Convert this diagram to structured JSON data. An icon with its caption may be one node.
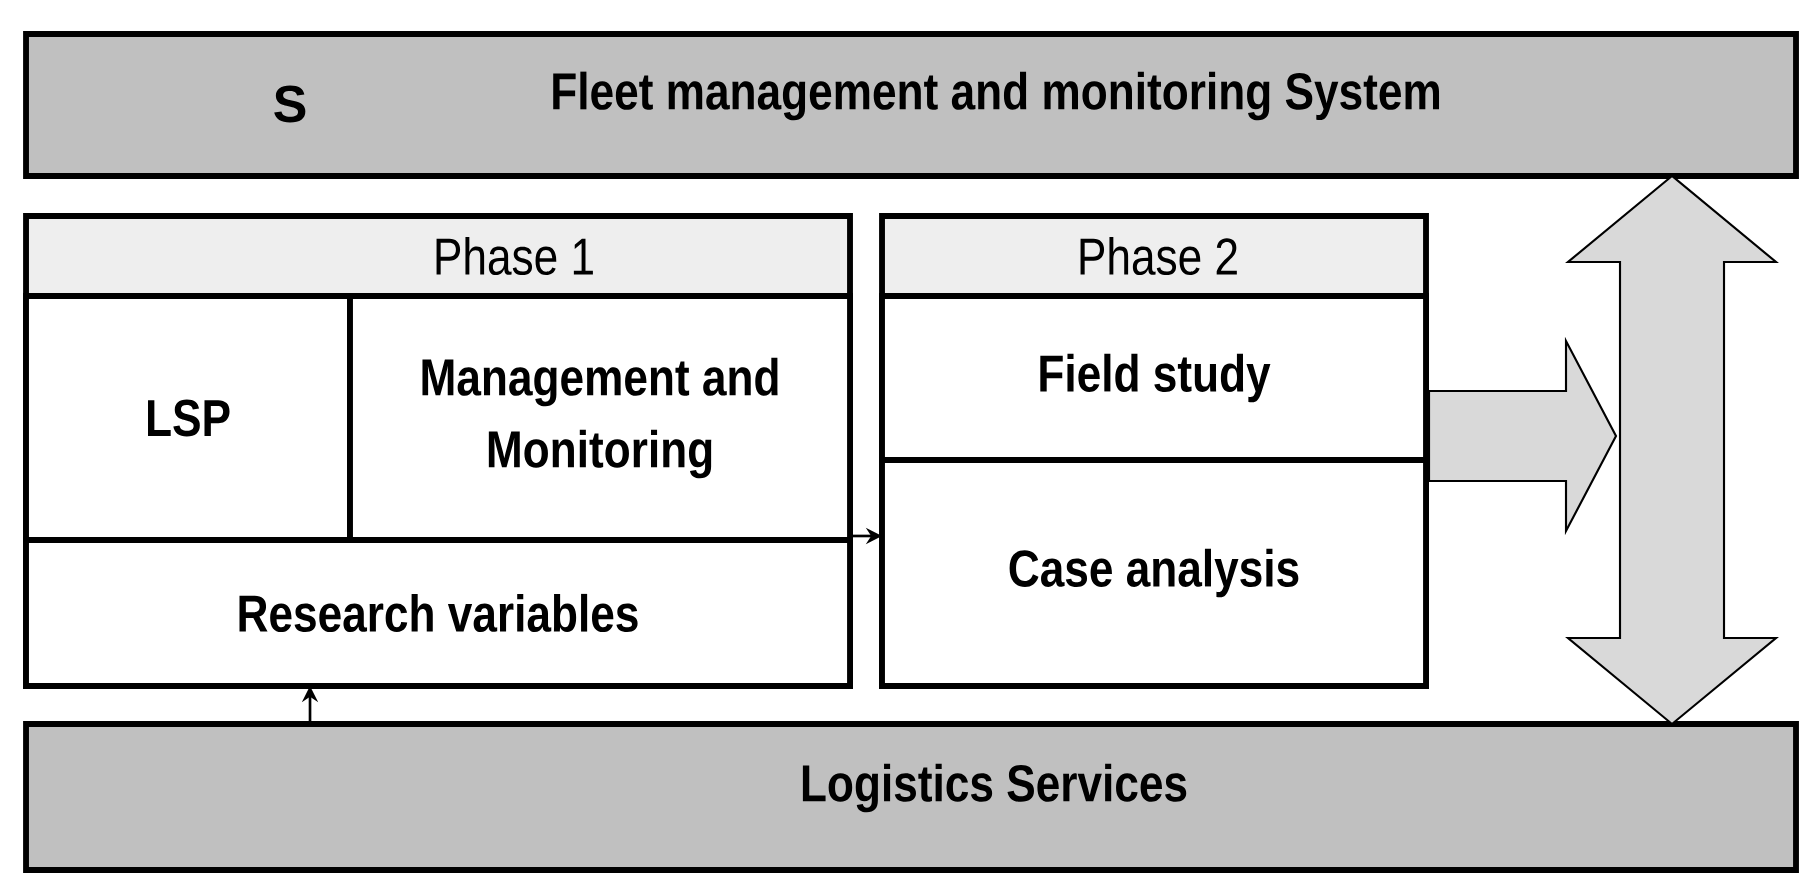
{
  "diagram": {
    "nodes": [
      {
        "text": [
          "S",
          "Fleet management and monitoring System"
        ]
      },
      {
        "text": [
          "Phase 1"
        ]
      },
      {
        "text": [
          "LSP"
        ],
        "in": 1
      },
      {
        "text": [
          "Management and Monitoring"
        ],
        "in": 1
      },
      {
        "text": [
          "Research variables"
        ],
        "in": 1
      },
      {
        "text": [
          "Phase 2"
        ]
      },
      {
        "text": [
          "Field study"
        ],
        "in": 5
      },
      {
        "text": [
          "Case analysis"
        ],
        "in": 5
      },
      {
        "text": [
          "Logistics Services"
        ]
      }
    ],
    "edges": [
      {
        "from": 1,
        "to": 5,
        "arrow": "to"
      },
      {
        "from": 8,
        "to": 4,
        "arrow": "to"
      },
      {
        "from": 5,
        "to": null,
        "arrow": "to",
        "style": "thick"
      },
      {
        "from": 0,
        "to": 8,
        "arrow": "both",
        "style": "thick"
      }
    ]
  }
}
